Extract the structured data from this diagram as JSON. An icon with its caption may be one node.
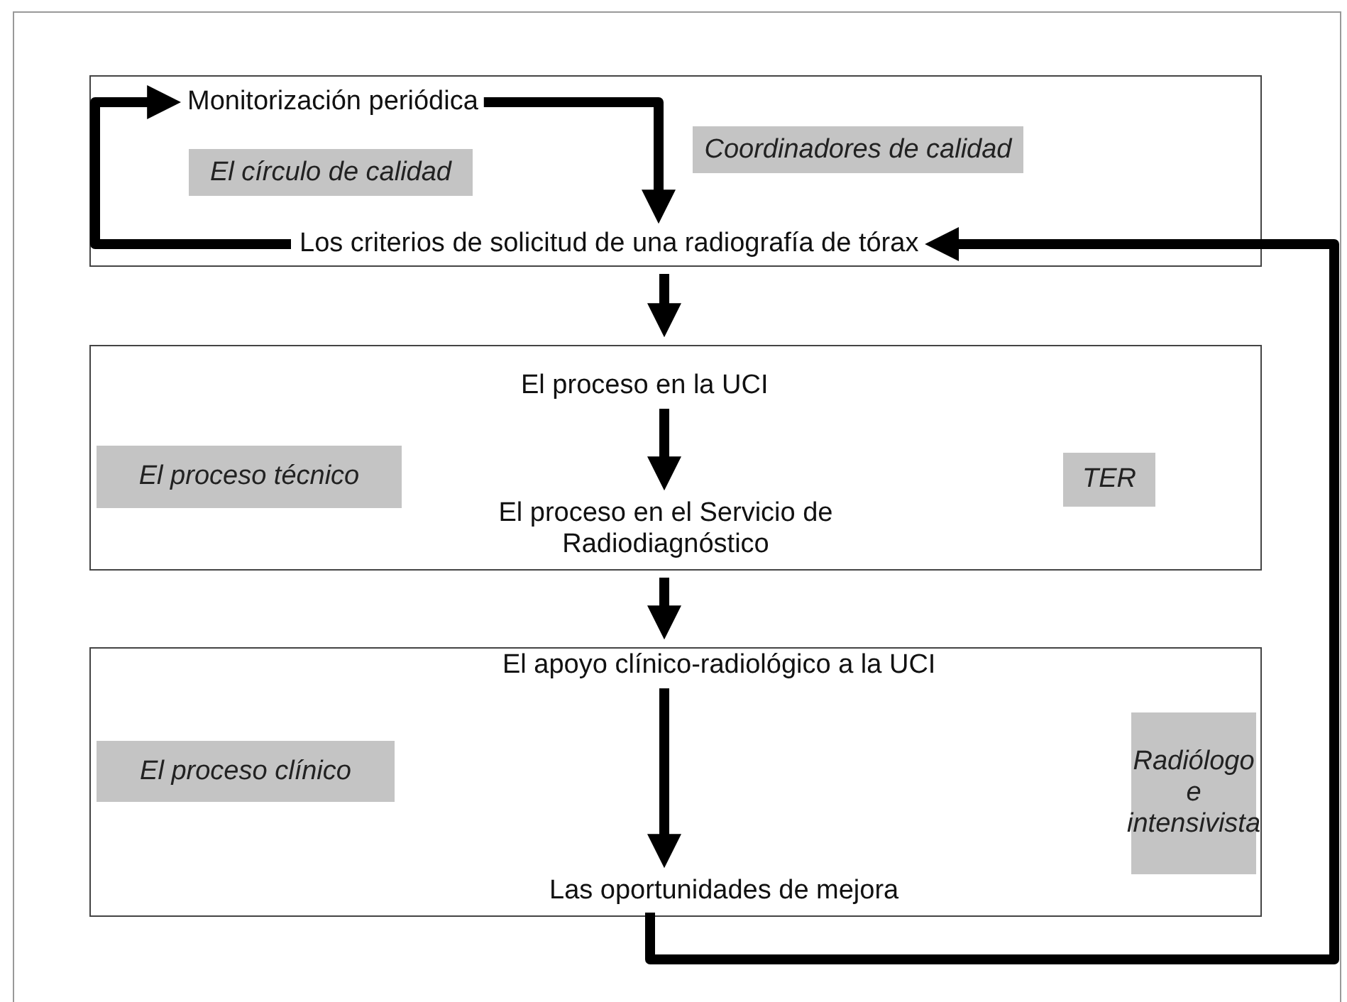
{
  "diagram": {
    "nodes": [
      {
        "text": [],
        "shape": "box"
      },
      {
        "text": [
          "Monitorización periódica"
        ],
        "in": 0
      },
      {
        "text": [
          "El círculo de calidad"
        ],
        "in": 0
      },
      {
        "text": [
          "Coordinadores de calidad"
        ],
        "in": 0
      },
      {
        "text": [
          "Los criterios de solicitud de una radiografía de tórax"
        ],
        "in": 0
      },
      {
        "text": [],
        "shape": "box"
      },
      {
        "text": [
          "El proceso en la UCI"
        ],
        "in": 5
      },
      {
        "text": [
          "El proceso técnico"
        ],
        "in": 5
      },
      {
        "text": [
          "TER"
        ],
        "in": 5
      },
      {
        "text": [
          "El proceso en el Servicio de Radiodiagnóstico"
        ],
        "in": 5
      },
      {
        "text": [],
        "shape": "box"
      },
      {
        "text": [
          "El apoyo clínico-radiológico a la UCI"
        ],
        "in": 10
      },
      {
        "text": [
          "El proceso clínico"
        ],
        "in": 10
      },
      {
        "text": [
          "Radiólogo e intensivista"
        ],
        "in": 10
      },
      {
        "text": [
          "Las oportunidades de mejora"
        ],
        "in": 10
      }
    ],
    "edges": [
      {
        "from": 1,
        "to": 4,
        "arrow": "to"
      },
      {
        "from": 4,
        "to": 1,
        "arrow": "to"
      },
      {
        "from": 0,
        "to": 5,
        "arrow": "to"
      },
      {
        "from": 6,
        "to": 9,
        "arrow": "to"
      },
      {
        "from": 5,
        "to": 10,
        "arrow": "to"
      },
      {
        "from": 11,
        "to": 14,
        "arrow": "to"
      },
      {
        "from": 14,
        "to": 4,
        "arrow": "to"
      }
    ]
  }
}
